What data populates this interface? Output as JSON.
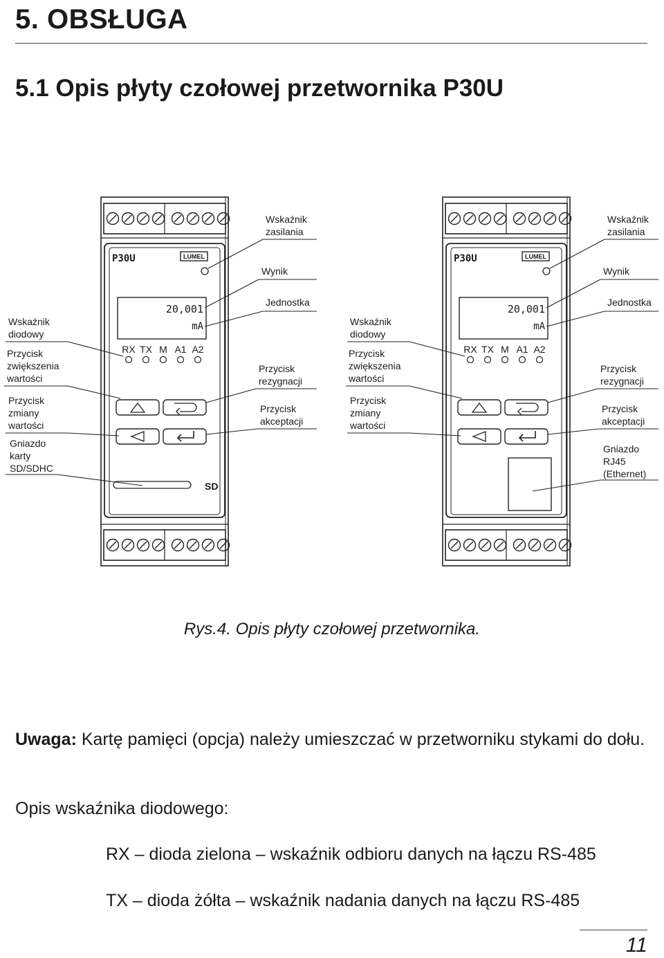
{
  "page": {
    "chapter_title": "5. OBSŁUGA",
    "section_title": "5.1  Opis płyty czołowej przetwornika P30U",
    "caption": "Rys.4.  Opis płyty czołowej przetwornika.",
    "note_label": "Uwaga:",
    "note_text": " Kartę pamięci (opcja) należy umieszczać w przetworniku stykami do dołu.",
    "led_heading": "Opis wskaźnika diodowego:",
    "led_rx": "RX – dioda zielona – wskaźnik odbioru danych na łączu RS-485",
    "led_tx": "TX – dioda żółta – wskaźnik nadania danych na łączu RS-485",
    "page_number": "11"
  },
  "device": {
    "model": "P30U",
    "brand": "LUMEL",
    "display_value": "20,001",
    "display_unit": "mA",
    "led_labels": [
      "RX",
      "TX",
      "M",
      "A1",
      "A2"
    ],
    "sd_label": "SD"
  },
  "callouts": {
    "zasilania": [
      "Wskaźnik",
      "zasilania"
    ],
    "wynik": [
      "Wynik"
    ],
    "jednostka": [
      "Jednostka"
    ],
    "diodowy": [
      "Wskaźnik",
      "diodowy"
    ],
    "zwiekszenia": [
      "Przycisk",
      "zwiększenia",
      "wartości"
    ],
    "zmiany": [
      "Przycisk",
      "zmiany",
      "wartości"
    ],
    "rezygnacji": [
      "Przycisk",
      "rezygnacji"
    ],
    "akceptacji": [
      "Przycisk",
      "akceptacji"
    ],
    "gniazdo_sd": [
      "Gniazdo",
      "karty",
      "SD/SDHC"
    ],
    "gniazdo_rj45": [
      "Gniazdo",
      "RJ45",
      "(Ethernet)"
    ]
  }
}
